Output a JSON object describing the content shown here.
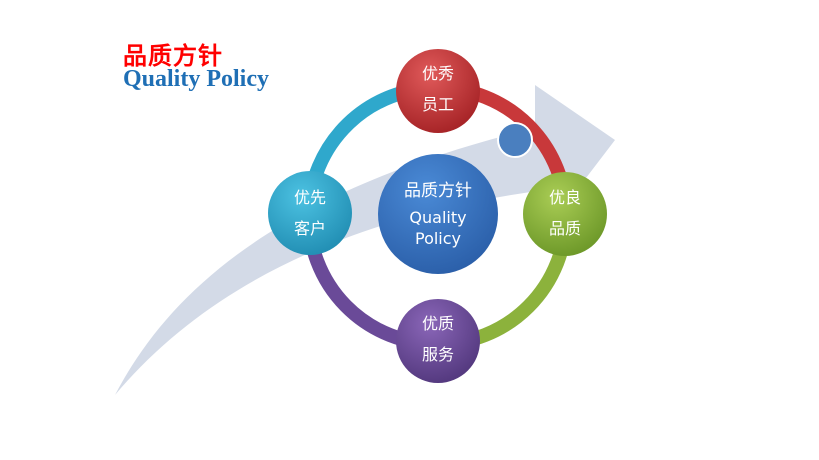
{
  "title": {
    "chinese": "品质方针",
    "english": "Quality Policy"
  },
  "center": {
    "chinese": "品质方针",
    "english_line1": "Quality",
    "english_line2": "Policy"
  },
  "nodes": [
    {
      "line1": "优秀",
      "line2": "员工",
      "color": "#c8383a"
    },
    {
      "line1": "优良",
      "line2": "品质",
      "color": "#8cb23c"
    },
    {
      "line1": "优质",
      "line2": "服务",
      "color": "#6a4a98"
    },
    {
      "line1": "优先",
      "line2": "客户",
      "color": "#2fa8cc"
    }
  ]
}
